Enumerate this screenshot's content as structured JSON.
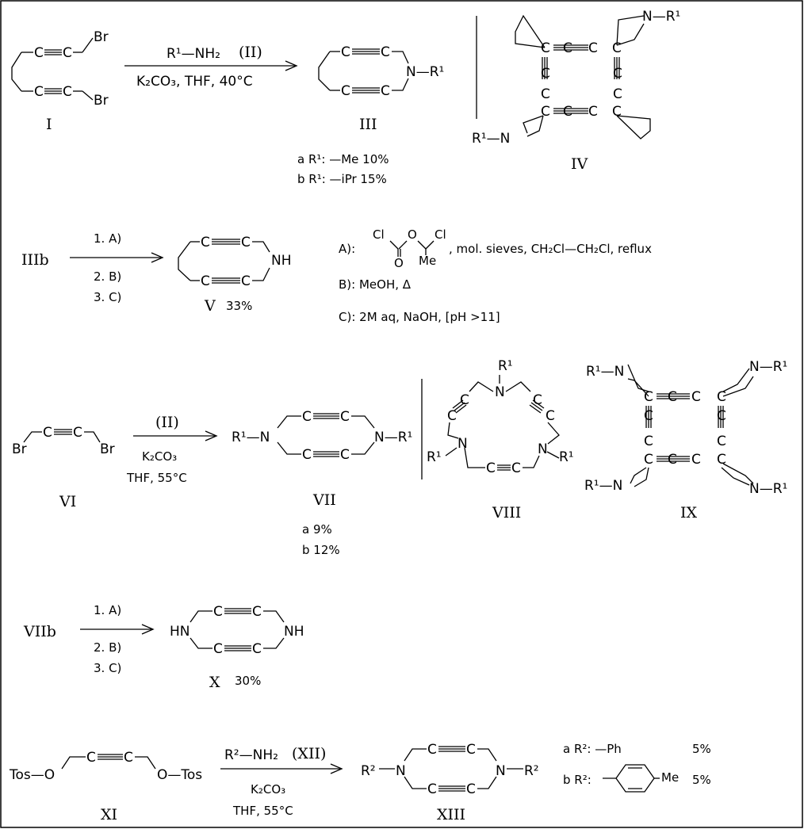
{
  "reaction_1": {
    "reagent_top": "R¹—NH₂",
    "reagent_top_id": "(II)",
    "reagent_bottom": "K₂CO₃, THF, 40°C",
    "yield_a": "a  R¹: —Me    10%",
    "yield_b": "b  R¹: —iPr   15%"
  },
  "reaction_2": {
    "start": "IIIb",
    "step1": "1. A)",
    "step2": "2. B)",
    "step3": "3. C)",
    "product_yield": "33%",
    "cond_a_label": "A):",
    "cond_a_rest": ", mol. sieves, CH₂Cl—CH₂Cl,    reflux",
    "cond_b": "B): MeOH, Δ",
    "cond_c": "C): 2M aq, NaOH, [pH >11]"
  },
  "reaction_3": {
    "reagent_top": "(II)",
    "reagent_mid": "K₂CO₃",
    "reagent_bottom": "THF, 55°C",
    "yield_a": "a   9%",
    "yield_b": "b  12%"
  },
  "reaction_4": {
    "start": "VIIb",
    "step1": "1. A)",
    "step2": "2. B)",
    "step3": "3. C)",
    "product_yield": "30%"
  },
  "reaction_5": {
    "reagent_top": "R²—NH₂",
    "reagent_top_id": "(XII)",
    "reagent_mid": "K₂CO₃",
    "reagent_bottom": "THF, 55°C",
    "yield_a_label": "a  R²: —Ph",
    "yield_a": "5%",
    "yield_b_label": "b  R²:",
    "yield_b": "5%"
  },
  "compound_labels": {
    "I": "I",
    "III": "III",
    "IV": "IV",
    "V": "V",
    "VI": "VI",
    "VII": "VII",
    "VIII": "VIII",
    "IX": "IX",
    "X": "X",
    "XI": "XI",
    "XIII": "XIII"
  },
  "atoms": {
    "Br": "Br",
    "C": "C",
    "N": "N",
    "NH": "NH",
    "HN": "HN",
    "R1": "R¹",
    "R2": "R²",
    "N_R1": "N—R¹",
    "R1_N": "R¹—N",
    "Tos_O": "Tos—O",
    "O_Tos": "O—Tos",
    "Cl": "Cl",
    "O": "O",
    "Me": "Me",
    "Me_short": "Me"
  }
}
